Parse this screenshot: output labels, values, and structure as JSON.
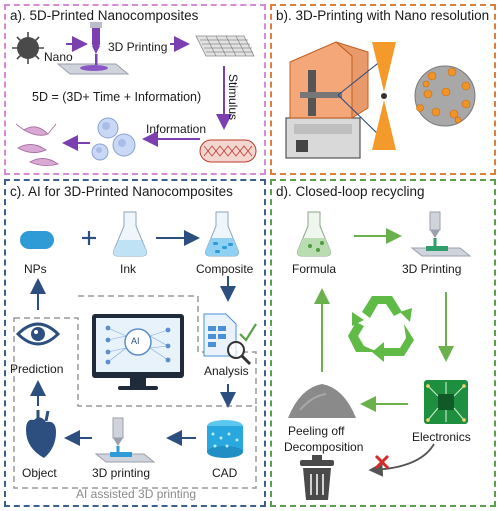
{
  "panel_a": {
    "title": "a). 5D-Printed Nanocomposites",
    "nano": "Nano",
    "printing": "3D Printing",
    "equation": "5D = (3D+ Time + Information)",
    "stimulus": "Stimulus",
    "information": "Information"
  },
  "panel_b": {
    "title": "b). 3D-Printing with Nano resolution"
  },
  "panel_c": {
    "title": "c). AI for 3D-Printed Nanocomposites",
    "nps": "NPs",
    "ink": "Ink",
    "composite": "Composite",
    "analysis": "Analysis",
    "prediction": "Prediction",
    "object": "Object",
    "printing": "3D printing",
    "cad": "CAD",
    "ai_label": "AI",
    "ai_assisted": "AI assisted 3D printing"
  },
  "panel_d": {
    "title": "d). Closed-loop recycling",
    "formula": "Formula",
    "printing": "3D Printing",
    "electronics": "Electronics",
    "peeling": "Peeling off",
    "decomposition": "Decomposition"
  },
  "colors": {
    "panel_a_border": "#d98ad6",
    "panel_b_border": "#d9813a",
    "panel_c_border": "#3d5f8c",
    "panel_d_border": "#5aa04a",
    "purple_arrow": "#7b3fb0",
    "navy_arrow": "#2d4f80",
    "green_arrow": "#6ab04c"
  }
}
